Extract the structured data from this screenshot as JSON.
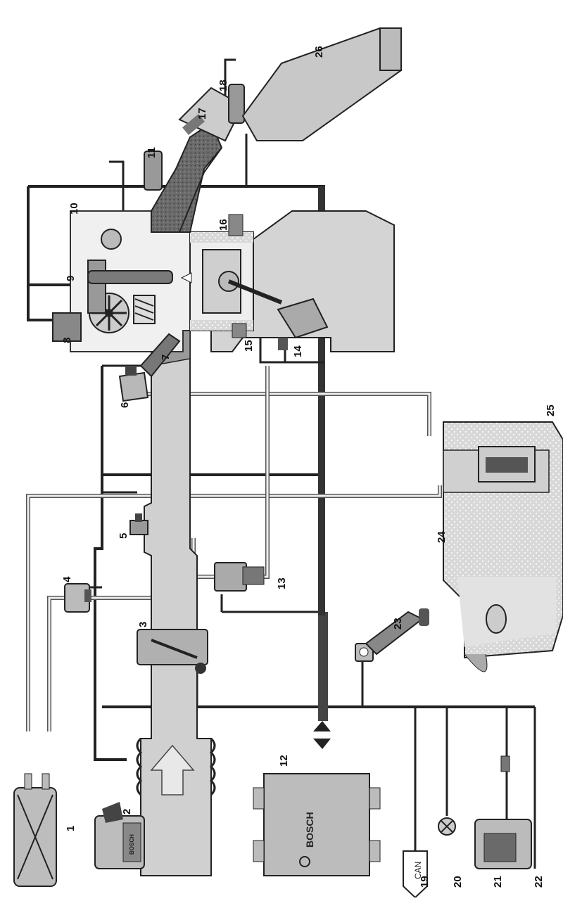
{
  "labels": {
    "n1": "1",
    "n2": "2",
    "n3": "3",
    "n4": "4",
    "n5": "5",
    "n6": "6",
    "n7": "7",
    "n8": "8",
    "n9": "9",
    "n10": "10",
    "n11": "11",
    "n12": "12",
    "n13": "13",
    "n14": "14",
    "n15": "15",
    "n16": "16",
    "n17": "17",
    "n18": "18",
    "n19": "19",
    "n20": "20",
    "n21": "21",
    "n22": "22",
    "n23": "23",
    "n24": "24",
    "n25": "25",
    "n26": "26"
  },
  "brand": {
    "ecu": "BOSCH",
    "sensor": "BOSCH"
  },
  "can": "CAN",
  "colors": {
    "line": "#222222",
    "fill_light": "#d2d2d2",
    "fill_mid": "#9a9a9a",
    "fill_dark": "#555555",
    "bg": "#ffffff"
  }
}
